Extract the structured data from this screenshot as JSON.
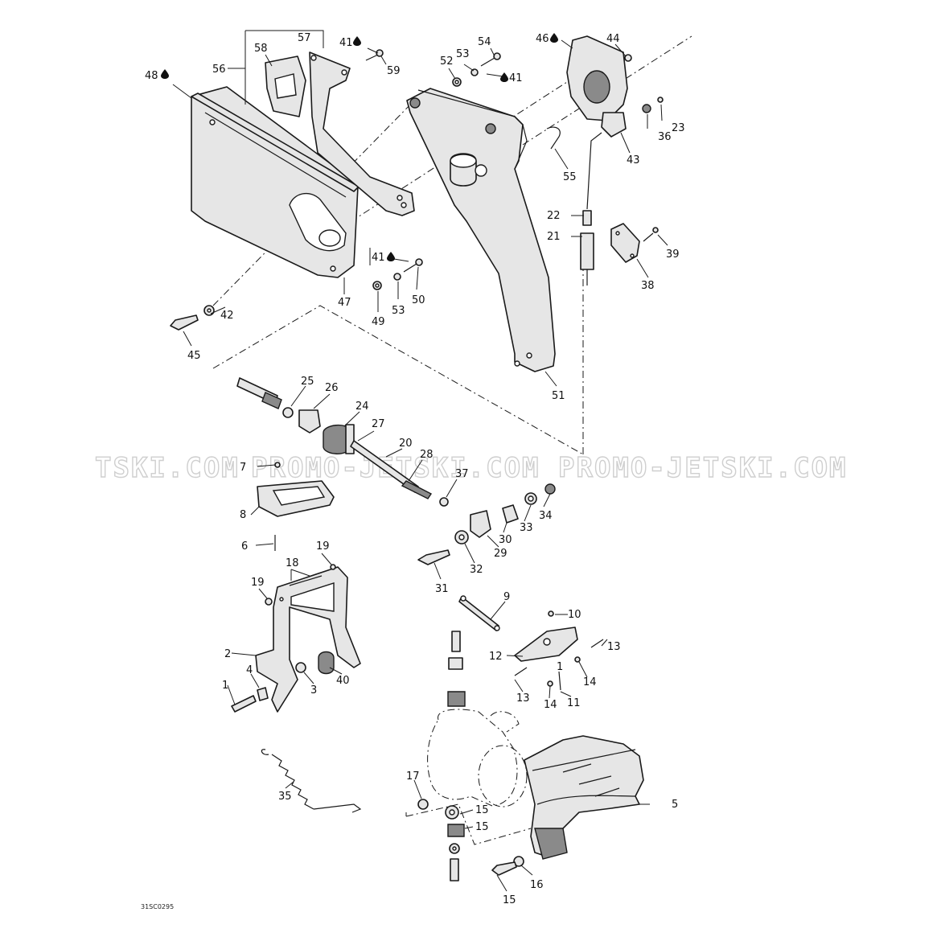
{
  "watermark": {
    "left_text": "TSKI.COM",
    "mid_text": "PROMO-JETSKI.COM",
    "right_text": "PROMO-JETSKI.COM"
  },
  "drawing_code": "31SC0295",
  "oil_drop_icon": "oil-drop-icon",
  "callouts": {
    "c48": "48",
    "c56": "56",
    "c58": "58",
    "c57": "57",
    "c41a": "41",
    "c59": "59",
    "c54": "54",
    "c53a": "53",
    "c52": "52",
    "c41b": "41",
    "c46": "46",
    "c44": "44",
    "c23": "23",
    "c36": "36",
    "c43": "43",
    "c55": "55",
    "c22": "22",
    "c21": "21",
    "c39": "39",
    "c38": "38",
    "c41c": "41",
    "c50": "50",
    "c53b": "53",
    "c49": "49",
    "c47": "47",
    "c42": "42",
    "c45": "45",
    "c51": "51",
    "c25": "25",
    "c26": "26",
    "c24": "24",
    "c27": "27",
    "c20": "20",
    "c28": "28",
    "c7": "7",
    "c8": "8",
    "c37": "37",
    "c34": "34",
    "c33": "33",
    "c30": "30",
    "c29": "29",
    "c32": "32",
    "c31": "31",
    "c6": "6",
    "c18": "18",
    "c19a": "19",
    "c19b": "19",
    "c9": "9",
    "c10": "10",
    "c13a": "13",
    "c12": "12",
    "c1a": "1",
    "c13b": "13",
    "c14a": "14",
    "c14b": "14",
    "c11": "11",
    "c2": "2",
    "c4": "4",
    "c1b": "1",
    "c3": "3",
    "c40": "40",
    "c35": "35",
    "c17": "17",
    "c15a": "15",
    "c15b": "15",
    "c5": "5",
    "c16": "16",
    "c15c": "15"
  }
}
